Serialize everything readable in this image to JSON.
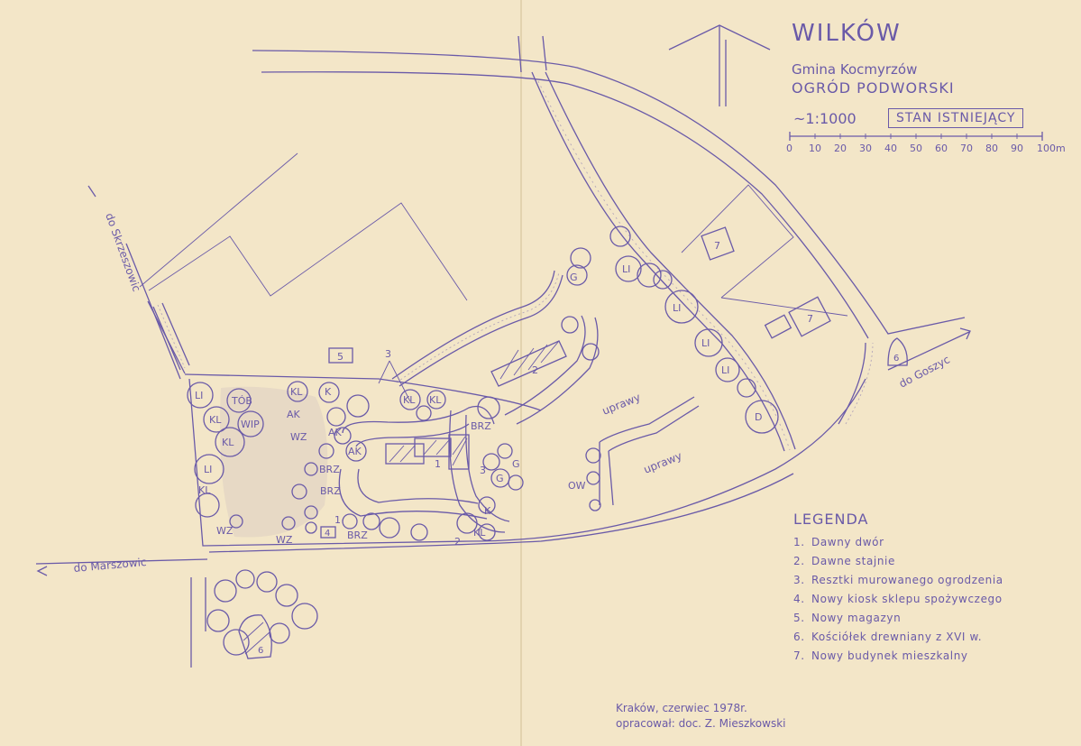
{
  "map": {
    "title": "WILKÓW",
    "subtitle": "Gmina Kocmyrzów",
    "subtitle2": "OGRÓD PODWORSKI",
    "scale": "~1:1000",
    "status": "STAN ISTNIEJĄCY",
    "scalebar_labels": [
      "0",
      "10",
      "20",
      "30",
      "40",
      "50",
      "60",
      "70",
      "80",
      "90",
      "100m"
    ]
  },
  "roads": {
    "to_skrzeszowic": "do Skrzeszowic",
    "to_marszowic": "do Marszowic",
    "to_goszyc": "do Goszyc"
  },
  "areas": {
    "crops1": "uprawy",
    "crops2": "uprawy"
  },
  "tree_labels": {
    "li_1": "LI",
    "tob": "TÓB",
    "kl_top": "KL",
    "k_top": "K",
    "kl_2": "KL",
    "wip": "WIP",
    "ak_1": "AK",
    "wz_1": "WZ",
    "kl_3": "KL",
    "li_2": "LI",
    "ak_2": "AK",
    "ak_3": "AK",
    "brz_1": "BRZ",
    "kl_4": "KL",
    "brz_2": "BRZ",
    "wz_2": "WZ",
    "wz_3": "WZ",
    "brz_3": "BRZ",
    "kl_gate": "KL",
    "kl_gate2": "KL",
    "brz_4": "BRZ",
    "g_1": "G",
    "g_2": "G",
    "k_2": "K",
    "ow": "OW",
    "kl_5": "KL",
    "g_top": "G",
    "li_e1": "LI",
    "li_e2": "LI",
    "li_e3": "LI",
    "li_e4": "LI",
    "d": "D"
  },
  "markers": {
    "m1": "1",
    "m2": "2",
    "m3": "3",
    "m3b": "3",
    "m4": "4",
    "m5": "5",
    "m6": "6",
    "m6b": "6",
    "m7a": "7",
    "m7b": "7"
  },
  "legend": {
    "title": "LEGENDA",
    "items": [
      {
        "num": "1.",
        "label": "Dawny dwór"
      },
      {
        "num": "2.",
        "label": "Dawne stajnie"
      },
      {
        "num": "3.",
        "label": "Resztki murowanego ogrodzenia"
      },
      {
        "num": "4.",
        "label": "Nowy kiosk sklepu spożywczego"
      },
      {
        "num": "5.",
        "label": "Nowy magazyn"
      },
      {
        "num": "6.",
        "label": "Kościółek drewniany z XVI w."
      },
      {
        "num": "7.",
        "label": "Nowy budynek mieszkalny"
      }
    ]
  },
  "footer": {
    "place_date": "Kraków, czerwiec 1978r.",
    "author": "opracował: doc. Z. Mieszkowski"
  },
  "colors": {
    "paper": "#f3e6c8",
    "ink": "#6a5aa8"
  },
  "icons": {
    "north_arrow": "north-arrow-icon"
  }
}
